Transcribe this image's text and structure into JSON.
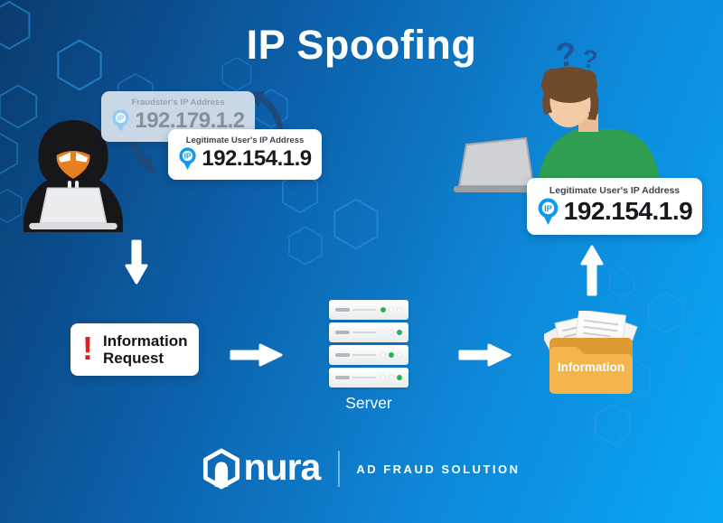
{
  "title": "IP Spoofing",
  "cards": {
    "fraudster": {
      "label": "Fraudster's IP Address",
      "ip": "192.179.1.2",
      "pin": "IP"
    },
    "legit_left": {
      "label": "Legitimate User's IP Address",
      "ip": "192.154.1.9",
      "pin": "IP"
    },
    "legit_right": {
      "label": "Legitimate User's IP Address",
      "ip": "192.154.1.9",
      "pin": "IP"
    }
  },
  "request_card": {
    "exclamation": "!",
    "label": "Information Request"
  },
  "server": {
    "label": "Server",
    "led_pattern": [
      [
        "green",
        "off",
        "off"
      ],
      [
        "off",
        "off",
        "green"
      ],
      [
        "off",
        "green",
        "off"
      ],
      [
        "off",
        "off",
        "green"
      ]
    ]
  },
  "folder": {
    "label": "Information"
  },
  "user": {
    "question_mark_1": "?",
    "question_mark_2": "?"
  },
  "footer": {
    "brand_text": "nura",
    "tagline": "AD FRAUD SOLUTION"
  },
  "colors": {
    "bg_dark": "#0a3b6e",
    "bg_light": "#09a7f7",
    "hexagon_line": "#2d9ce9",
    "accent_blue": "#0c9bed",
    "faded_pin_blue": "#8fcbf2",
    "navy_arrow": "#1d4a7d",
    "alert_red": "#e02020",
    "folder_orange": "#f3b44c",
    "led_green": "#29b257",
    "sweater_green": "#2f9e50",
    "hoodie_black": "#17171a",
    "face_orange": "#e67e22"
  }
}
